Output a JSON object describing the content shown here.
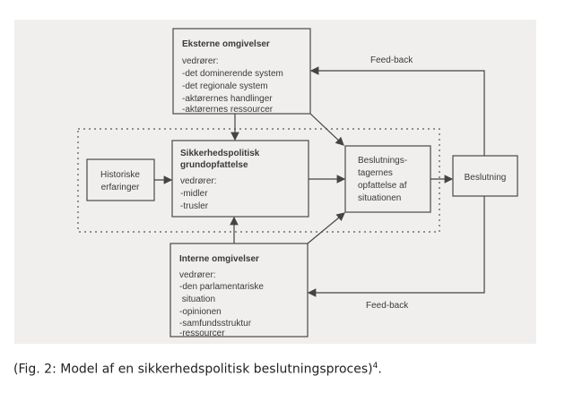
{
  "external": {
    "title": "Eksterne omgivelser",
    "lines": [
      "vedrører:",
      "-det dominerende system",
      "-det regionale system",
      "-aktørernes handlinger",
      "-aktørernes ressourcer"
    ]
  },
  "core": {
    "title": [
      "Sikkerhedspolitisk",
      "grundopfattelse"
    ],
    "lines": [
      "vedrører:",
      "-midler",
      "-trusler"
    ]
  },
  "history": {
    "lines": [
      "Historiske",
      "erfaringer"
    ]
  },
  "perception": {
    "lines": [
      "Beslutnings-",
      "tagernes",
      "opfattelse af",
      "situationen"
    ]
  },
  "decision": {
    "label": "Beslutning"
  },
  "internal": {
    "title": "Interne omgivelser",
    "lines": [
      "vedrører:",
      "-den parlamentariske",
      " situation",
      "-opinionen",
      "-samfundsstruktur",
      "-ressourcer"
    ]
  },
  "feedback": {
    "top": "Feed-back",
    "bottom": "Feed-back"
  },
  "caption": {
    "text": "(Fig. 2: Model af en sikkerhedspolitisk beslutningsproces)",
    "note": "4",
    "end": "."
  }
}
